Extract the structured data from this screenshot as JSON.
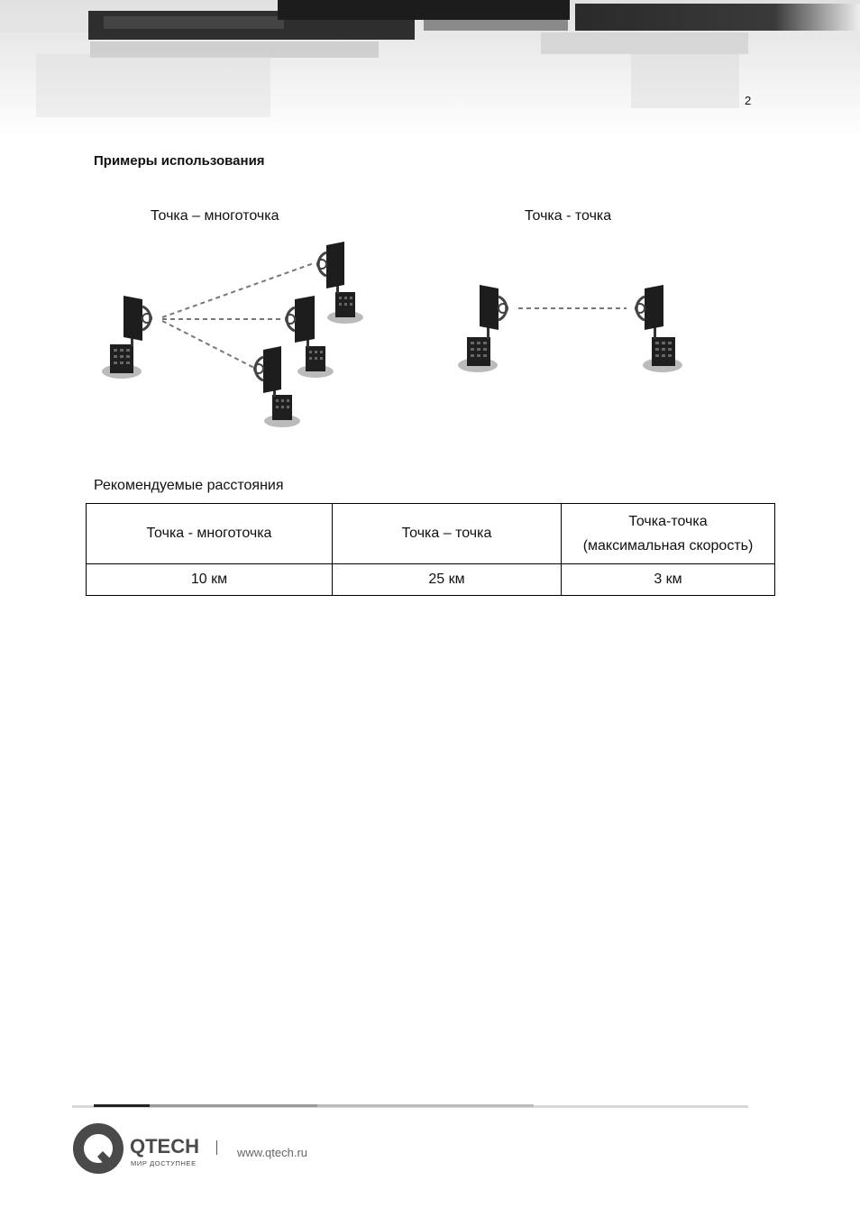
{
  "header": {
    "page_number": "2"
  },
  "section": {
    "heading": "Примеры использования"
  },
  "diagrams": {
    "point_to_multipoint_caption": "Точка – многоточка",
    "point_to_point_caption": "Точка - точка"
  },
  "distances": {
    "heading": "Рекомендуемые расстояния",
    "columns": [
      {
        "label": "Точка - многоточка",
        "label_line2": ""
      },
      {
        "label": "Точка – точка",
        "label_line2": ""
      },
      {
        "label": "Точка-точка",
        "label_line2": "(максимальная скорость)"
      }
    ],
    "values": [
      "10 км",
      "25 км",
      "3 км"
    ]
  },
  "footer": {
    "logo_text": "QTECH",
    "logo_tagline": "МИР ДОСТУПНЕЕ",
    "url": "www.qtech.ru"
  }
}
